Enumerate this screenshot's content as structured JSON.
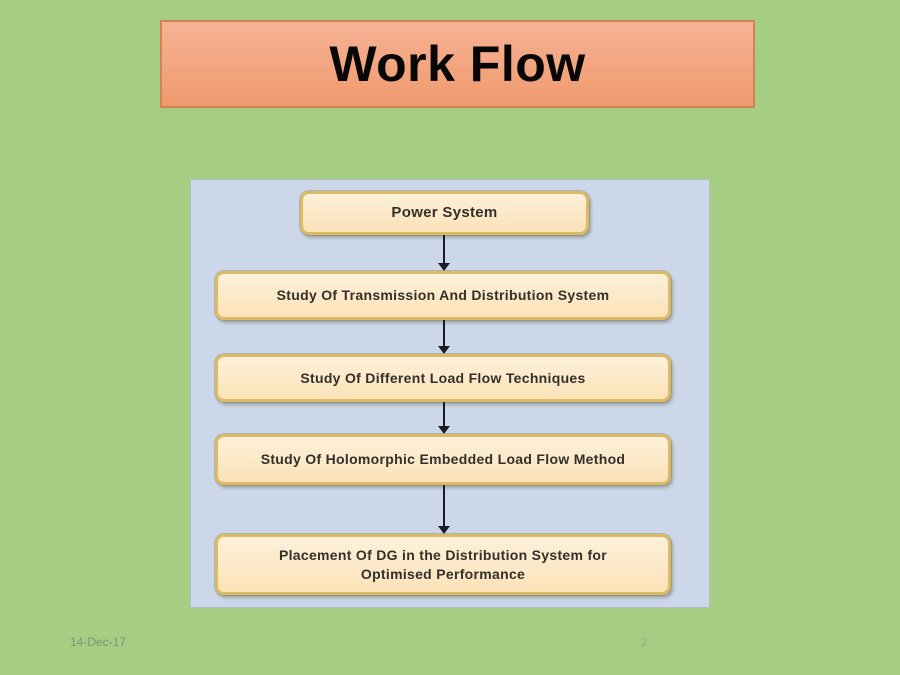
{
  "slide": {
    "title": "Work Flow",
    "footer": {
      "date": "14-Dec-17",
      "slide_number": "2"
    },
    "colors": {
      "background": "#a6ce83",
      "banner_fill_top": "#f6b294",
      "banner_fill_bottom": "#f09a6e",
      "banner_border": "#d4824f",
      "panel_fill": "#ccd8e9",
      "panel_border": "#b2bcc9",
      "node_fill_top": "#fdf1da",
      "node_fill_bottom": "#fbe2b8",
      "node_border": "#dcba63",
      "node_text": "#33302b",
      "arrow": "#1b1b26",
      "footer_text": "#74887e"
    }
  },
  "flowchart": {
    "nodes": [
      {
        "id": "power-system",
        "label": "Power System"
      },
      {
        "id": "transmission-distribution",
        "label": "Study Of Transmission And Distribution System"
      },
      {
        "id": "load-flow-techniques",
        "label": "Study Of Different Load Flow Techniques"
      },
      {
        "id": "holomorphic-embedded",
        "label": "Study Of Holomorphic Embedded Load Flow Method"
      },
      {
        "id": "dg-placement",
        "label": "Placement Of DG in the Distribution System for Optimised Performance"
      }
    ],
    "connections": [
      {
        "from": 0,
        "to": 1
      },
      {
        "from": 1,
        "to": 2
      },
      {
        "from": 2,
        "to": 3
      },
      {
        "from": 3,
        "to": 4
      }
    ]
  }
}
